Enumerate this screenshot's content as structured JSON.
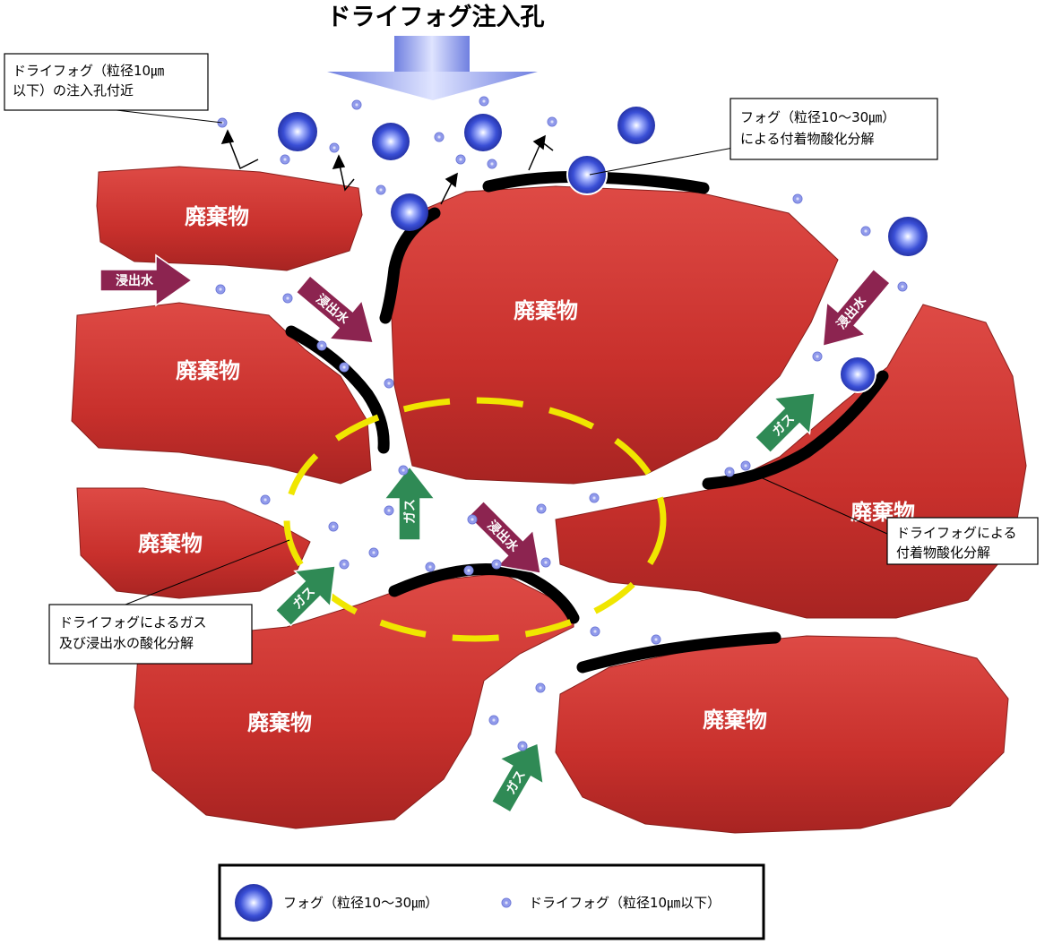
{
  "title": "ドライフォグ注入孔",
  "waste_label": "廃棄物",
  "wastes": [
    {
      "id": "w1",
      "label": "廃棄物"
    },
    {
      "id": "w2",
      "label": "廃棄物"
    },
    {
      "id": "w3",
      "label": "廃棄物"
    },
    {
      "id": "w4",
      "label": "廃棄物"
    },
    {
      "id": "w5",
      "label": "廃棄物"
    },
    {
      "id": "w6",
      "label": "廃棄物"
    },
    {
      "id": "w7",
      "label": "廃棄物"
    }
  ],
  "arrows": {
    "leachate": "浸出水",
    "gas": "ガス"
  },
  "callouts": {
    "injection_area": [
      "ドライフォグ（粒径10㎛",
      "以下）の注入孔付近"
    ],
    "fog_decomp": [
      "フォグ（粒径10～30㎛）",
      "による付着物酸化分解"
    ],
    "dryfog_decomp": [
      "ドライフォグによる",
      "付着物酸化分解"
    ],
    "gas_leach_decomp": [
      "ドライフォグによるガス",
      "及び浸出水の酸化分解"
    ]
  },
  "legend": {
    "fog": "フォグ（粒径10～30㎛）",
    "dryfog": "ドライフォグ（粒径10㎛以下）"
  },
  "colors": {
    "waste": "#c8302c",
    "waste_dark": "#a82422",
    "fog": "#3a4fd6",
    "dryfog": "#9ea7ee",
    "leachate_arrow": "#8c2450",
    "gas_arrow": "#2f8a55",
    "yellow_ring": "#f0e600",
    "crust": "#000000"
  }
}
